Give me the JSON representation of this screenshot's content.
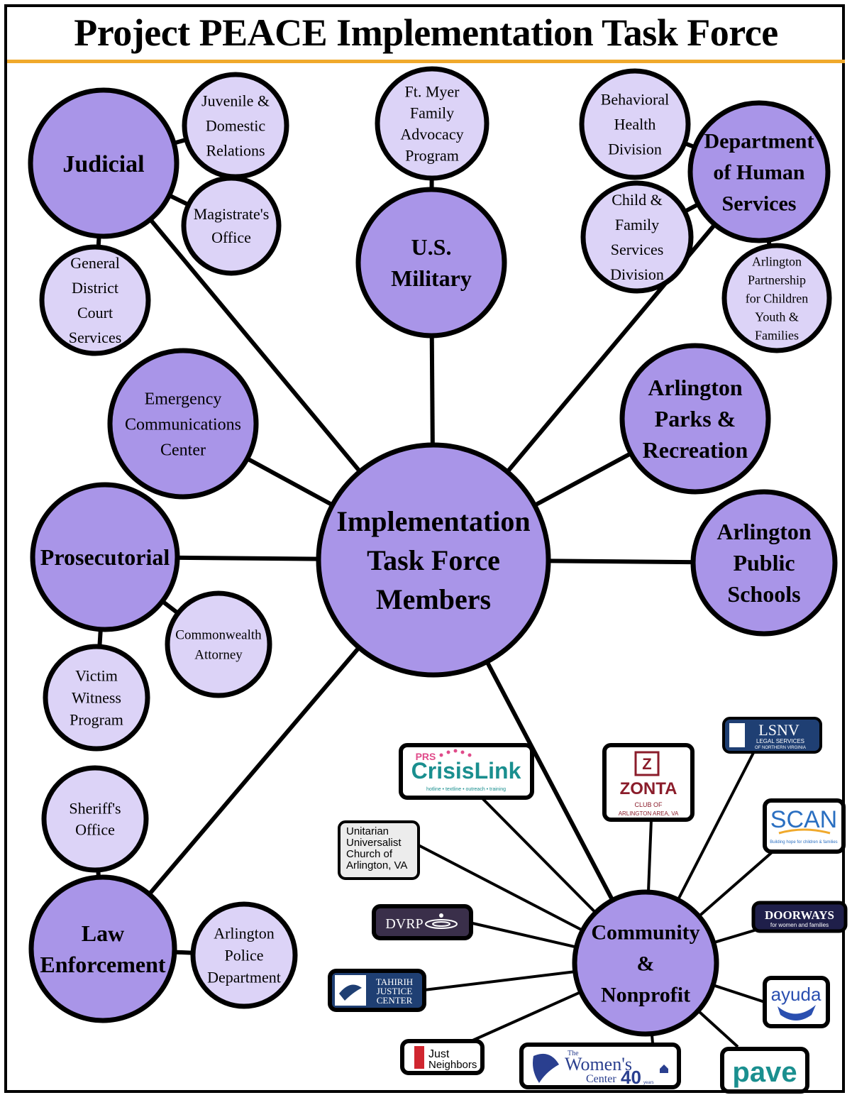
{
  "title": "Project PEACE Implementation Task Force",
  "colors": {
    "main_node": "#a995e8",
    "sub_node": "#dcd3f7",
    "outline": "#000000",
    "title_rule": "#f0a92c"
  },
  "center": {
    "label": [
      "Implementation",
      "Task Force",
      "Members"
    ]
  },
  "groups": {
    "judicial": {
      "label": [
        "Judicial"
      ]
    },
    "military": {
      "label": [
        "U.S.",
        "Military"
      ]
    },
    "dhs": {
      "label": [
        "Department",
        "of Human",
        "Services"
      ]
    },
    "emergency": {
      "label": [
        "Emergency",
        "Communications",
        "Center"
      ]
    },
    "parks": {
      "label": [
        "Arlington",
        "Parks &",
        "Recreation"
      ]
    },
    "prosecutorial": {
      "label": [
        "Prosecutorial"
      ]
    },
    "schools": {
      "label": [
        "Arlington",
        "Public",
        "Schools"
      ]
    },
    "law": {
      "label": [
        "Law",
        "Enforcement"
      ]
    },
    "community": {
      "label": [
        "Community",
        "&",
        "Nonprofit"
      ]
    }
  },
  "subnodes": {
    "juvenile": {
      "label": [
        "Juvenile &",
        "Domestic",
        "Relations"
      ]
    },
    "magistrate": {
      "label": [
        "Magistrate's",
        "Office"
      ]
    },
    "general_district": {
      "label": [
        "General",
        "District",
        "Court",
        "Services"
      ]
    },
    "ftmyer": {
      "label": [
        "Ft. Myer",
        "Family",
        "Advocacy",
        "Program"
      ]
    },
    "behavioral": {
      "label": [
        "Behavioral",
        "Health",
        "Division"
      ]
    },
    "child_family": {
      "label": [
        "Child &",
        "Family",
        "Services",
        "Division"
      ]
    },
    "partnership": {
      "label": [
        "Arlington",
        "Partnership",
        "for Children",
        "Youth &",
        "Families"
      ]
    },
    "commonwealth": {
      "label": [
        "Commonwealth",
        "Attorney"
      ]
    },
    "victim": {
      "label": [
        "Victim",
        "Witness",
        "Program"
      ]
    },
    "sheriff": {
      "label": [
        "Sheriff's",
        "Office"
      ]
    },
    "police": {
      "label": [
        "Arlington",
        "Police",
        "Department"
      ]
    }
  },
  "logos": {
    "crisislink": {
      "top": "PRS",
      "main": "CrisisLink",
      "sub": "hotline • textline • outreach • training"
    },
    "zonta": {
      "main": "ZONTA",
      "sub": [
        "CLUB OF",
        "ARLINGTON AREA, VA"
      ]
    },
    "lsnv": {
      "main": "LSNV",
      "sub": [
        "LEGAL SERVICES",
        "OF NORTHERN VIRGINIA"
      ]
    },
    "scan": {
      "main": "SCAN",
      "sub": "Building hope for children & families"
    },
    "unitarian": {
      "lines": [
        "Unitarian",
        "Universalist",
        "Church of",
        "Arlington, VA"
      ]
    },
    "dvrp": {
      "main": "DVRP"
    },
    "doorways": {
      "main": "DOORWAYS",
      "sub": "for women and families"
    },
    "tahirih": {
      "lines": [
        "TAHIRIH",
        "JUSTICE",
        "CENTER"
      ]
    },
    "ayuda": {
      "main": "ayuda"
    },
    "just_neighbors": {
      "lines": [
        "Just",
        "Neighbors"
      ]
    },
    "womens_center": {
      "pre": "The",
      "main": "Women's",
      "sub": "Center",
      "num": "40",
      "years": "years"
    },
    "pave": {
      "main": "pave"
    }
  }
}
